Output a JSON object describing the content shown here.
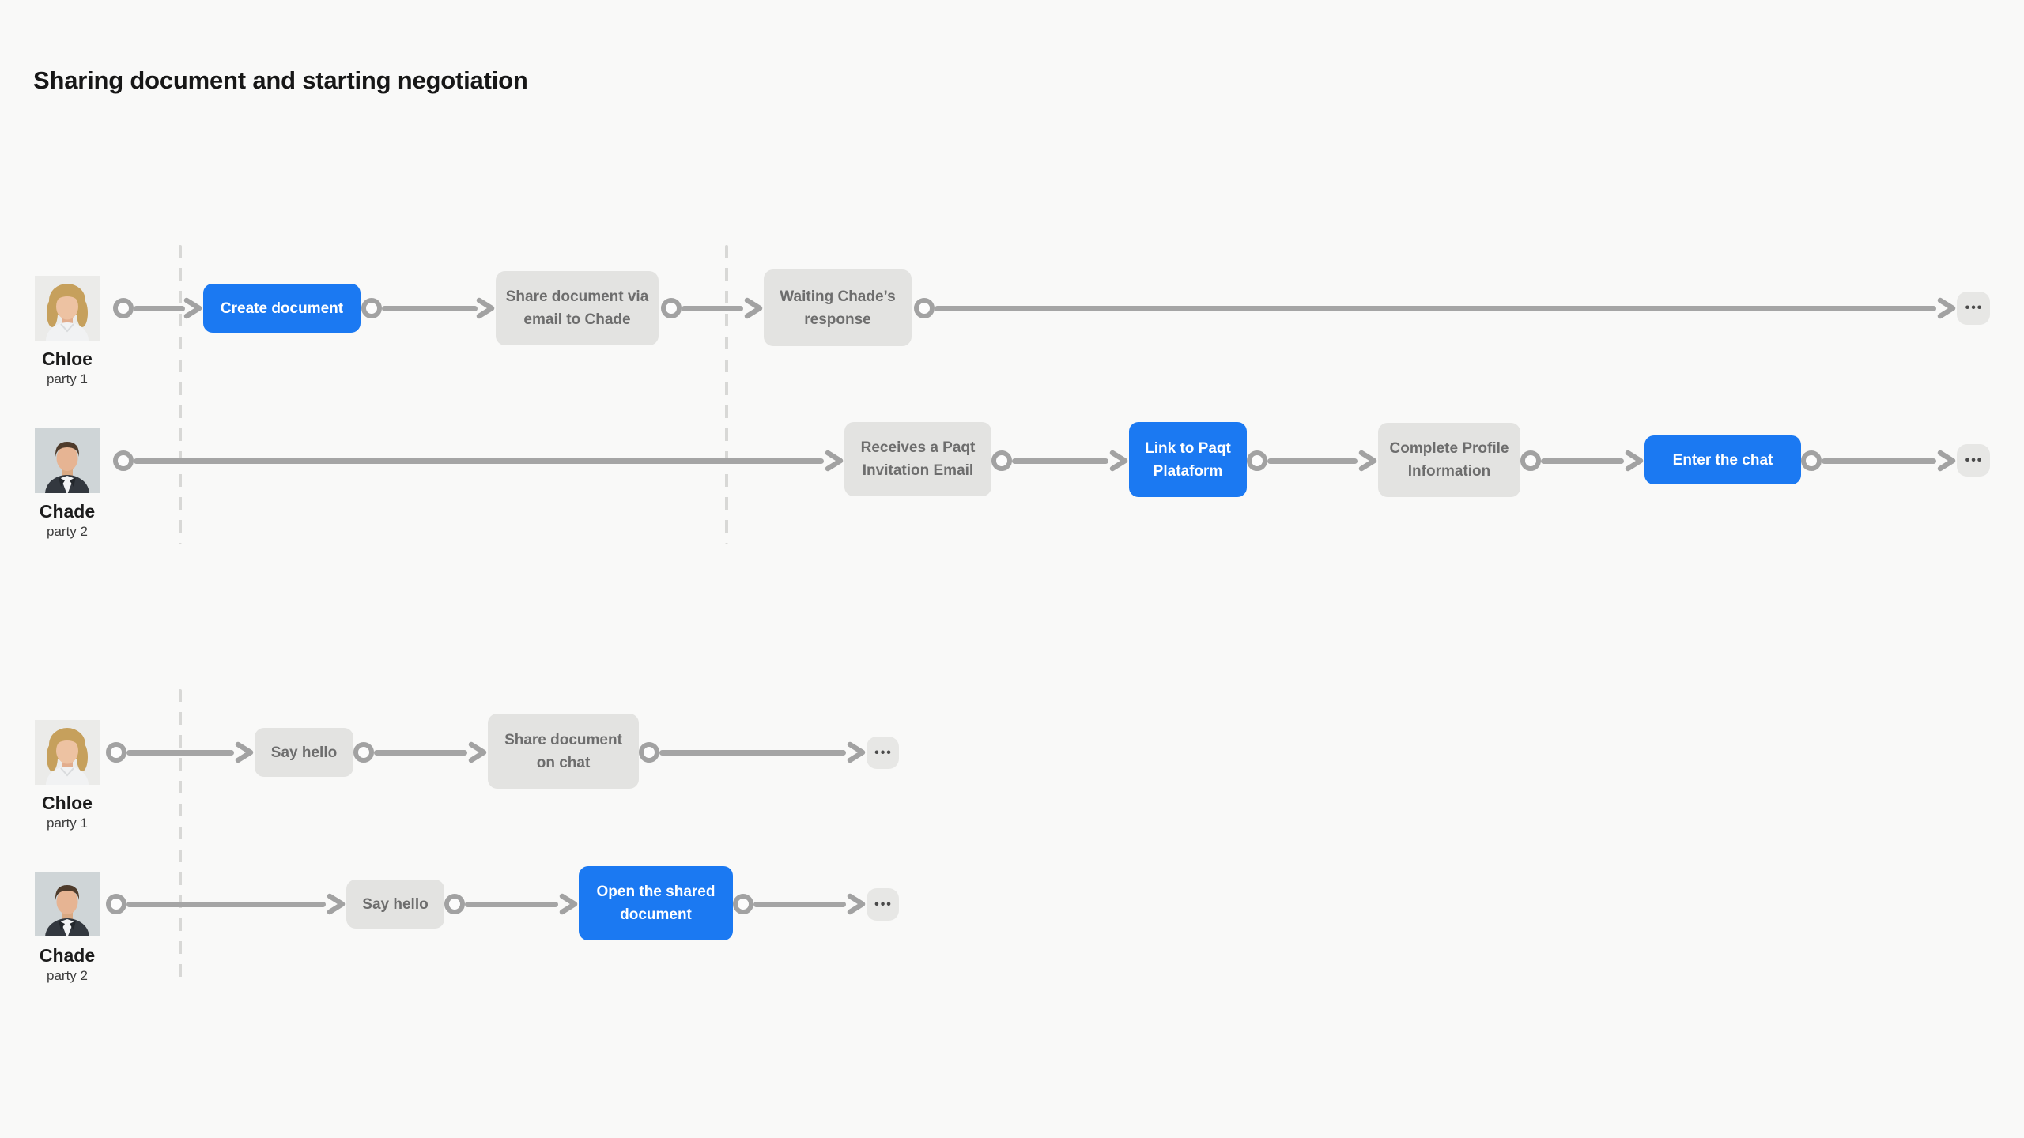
{
  "title": "Sharing document and starting negotiation",
  "colors": {
    "background": "#f9f9f8",
    "accent_blue": "#1b79f2",
    "node_gray": "#e3e3e1",
    "node_text_gray": "#6d6d6d",
    "connector_gray": "#a2a2a2",
    "divider_dash_gray": "#d8d8d6"
  },
  "sections": [
    {
      "id": "phase-1",
      "lanes": [
        {
          "actor": {
            "name": "Chloe",
            "role": "party 1"
          },
          "nodes": [
            {
              "label": "Create document",
              "state": "active"
            },
            {
              "label": "Share document via email to Chade",
              "state": "default"
            },
            {
              "label": "Waiting Chade’s response",
              "state": "default"
            },
            {
              "label": "•••",
              "state": "more"
            }
          ]
        },
        {
          "actor": {
            "name": "Chade",
            "role": "party 2"
          },
          "nodes": [
            {
              "label": "Receives a Paqt Invitation Email",
              "state": "default"
            },
            {
              "label": "Link to Paqt Plataform",
              "state": "active"
            },
            {
              "label": "Complete Profile Information",
              "state": "default"
            },
            {
              "label": "Enter the chat",
              "state": "active"
            },
            {
              "label": "•••",
              "state": "more"
            }
          ]
        }
      ]
    },
    {
      "id": "phase-2",
      "lanes": [
        {
          "actor": {
            "name": "Chloe",
            "role": "party 1"
          },
          "nodes": [
            {
              "label": "Say hello",
              "state": "default"
            },
            {
              "label": "Share document on chat",
              "state": "default"
            },
            {
              "label": "•••",
              "state": "more"
            }
          ]
        },
        {
          "actor": {
            "name": "Chade",
            "role": "party 2"
          },
          "nodes": [
            {
              "label": "Say hello",
              "state": "default"
            },
            {
              "label": "Open the shared document",
              "state": "active"
            },
            {
              "label": "•••",
              "state": "more"
            }
          ]
        }
      ]
    }
  ]
}
